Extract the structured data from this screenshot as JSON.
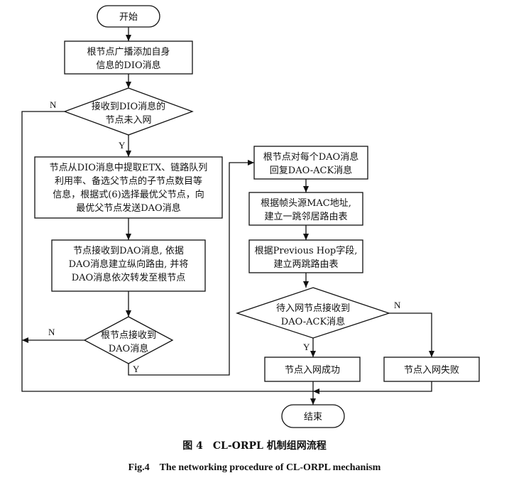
{
  "nodes": {
    "start": "开始",
    "broadcast": [
      "根节点广播添加自身",
      "信息的DIO消息"
    ],
    "receive_dio": [
      "接收到DIO消息的",
      "节点未入网"
    ],
    "select_parent": [
      "节点从DIO消息中提取ETX、链路队列",
      "利用率、备选父节点的子节点数目等",
      "信息，根据式(6)选择最优父节点，向",
      "最优父节点发送DAO消息"
    ],
    "build_route": [
      "节点接收到DAO消息, 依据",
      "DAO消息建立纵向路由, 并将",
      "DAO消息依次转发至根节点"
    ],
    "root_receive": [
      "根节点接收到",
      "DAO消息"
    ],
    "reply_ack": [
      "根节点对每个DAO消息",
      "回复DAO-ACK消息"
    ],
    "one_hop": [
      "根据帧头源MAC地址,",
      "建立一跳邻居路由表"
    ],
    "two_hop": [
      "根据Previous Hop字段,",
      "建立两跳路由表"
    ],
    "wait_ack": [
      "待入网节点接收到",
      "DAO-ACK消息"
    ],
    "success": "节点入网成功",
    "fail": "节点入网失败",
    "end": "结束"
  },
  "labels": {
    "yes": "Y",
    "no": "N"
  },
  "caption": {
    "cn": "图 4　CL-ORPL 机制组网流程",
    "en": "Fig.4　The networking procedure of CL-ORPL mechanism"
  }
}
